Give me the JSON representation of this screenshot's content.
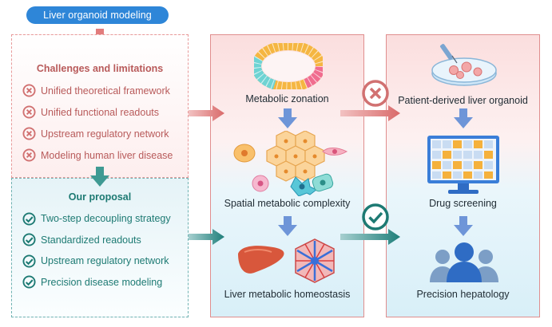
{
  "header": {
    "title": "Liver organoid modeling"
  },
  "challenges": {
    "title": "Challenges and limitations",
    "items": [
      {
        "label": "Unified theoretical framework"
      },
      {
        "label": "Unified functional readouts"
      },
      {
        "label": "Upstream regulatory network"
      },
      {
        "label": "Modeling human liver disease"
      }
    ]
  },
  "proposal": {
    "title": "Our proposal",
    "items": [
      {
        "label": "Two-step decoupling strategy"
      },
      {
        "label": "Standardized readouts"
      },
      {
        "label": "Upstream regulatory network"
      },
      {
        "label": "Precision disease modeling"
      }
    ]
  },
  "middle": {
    "metabolic_zonation": "Metabolic zonation",
    "spatial_complexity": "Spatial metabolic complexity",
    "homeostasis": "Liver metabolic homeostasis"
  },
  "right": {
    "organoid": "Patient-derived liver organoid",
    "screening": "Drug screening",
    "hepatology": "Precision hepatology"
  },
  "colors": {
    "challenge": "#b85a5a",
    "proposal": "#1d7a73",
    "blue": "#2e86d8"
  },
  "icons": [
    "cross-circle-icon",
    "check-circle-icon",
    "arrow-down-icon",
    "arrow-right-icon",
    "organoid-ring-icon",
    "cells-icon",
    "petri-dish-icon",
    "monitor-icon",
    "people-icon",
    "liver-icon",
    "lobule-icon"
  ]
}
